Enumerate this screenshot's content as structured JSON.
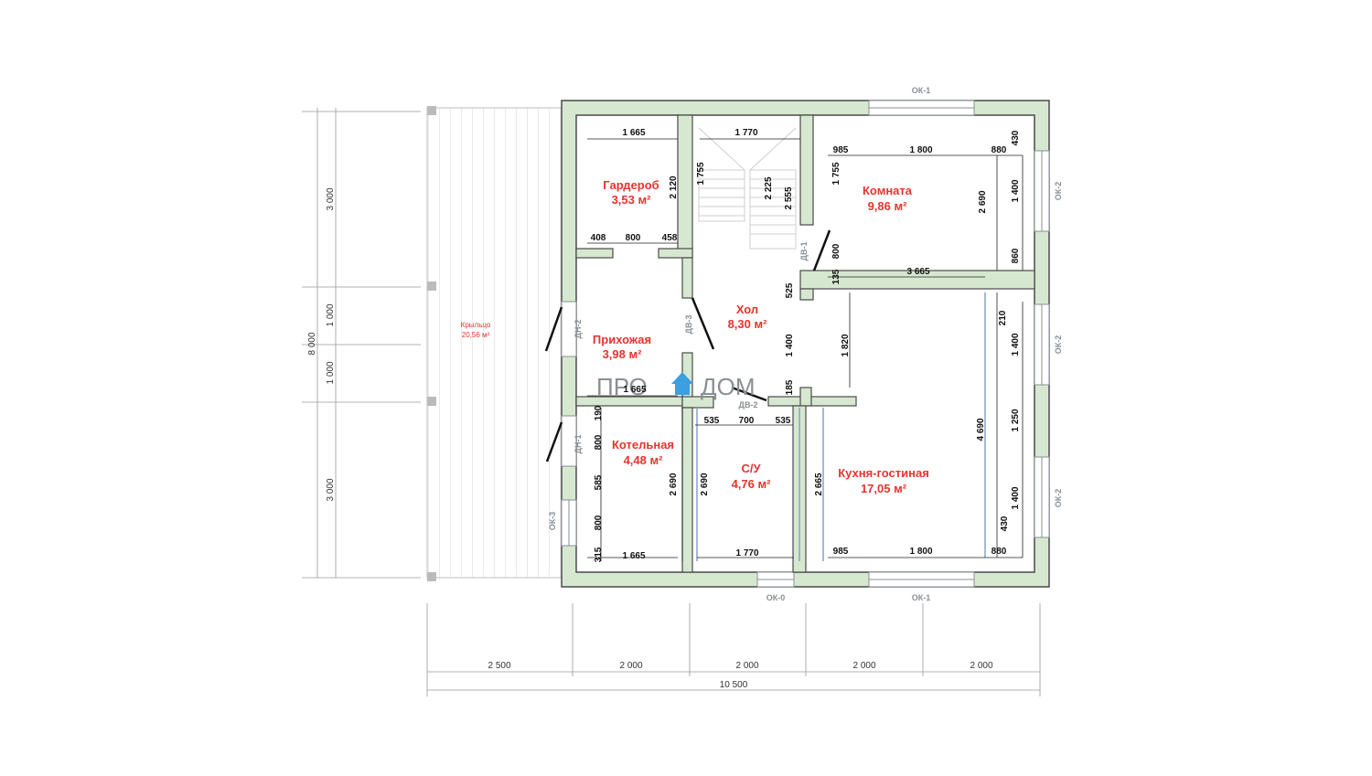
{
  "rooms": [
    {
      "name": "Гардероб",
      "area": "3,53 м²"
    },
    {
      "name": "Комната",
      "area": "9,86 м²"
    },
    {
      "name": "Хол",
      "area": "8,30 м²"
    },
    {
      "name": "Прихожая",
      "area": "3,98 м²"
    },
    {
      "name": "Котельная",
      "area": "4,48 м²"
    },
    {
      "name": "С/У",
      "area": "4,76 м²"
    },
    {
      "name": "Кухня-гостиная",
      "area": "17,05 м²"
    }
  ],
  "porch": {
    "name": "Крыльцо",
    "area": "20,56 м²"
  },
  "logo": {
    "left": "ПРО",
    "right": "ДОМ",
    "colors": {
      "text": "#8a8f94",
      "house": "#3b9fe0"
    }
  },
  "tags": {
    "ok1_top": "ОК-1",
    "ok1_bottom": "ОК-1",
    "ok0": "ОК-0",
    "ok2_a": "ОК-2",
    "ok2_b": "ОК-2",
    "ok2_c": "ОК-2",
    "ok3": "ОК-3",
    "dn2": "ДН-2",
    "dn1": "ДН-1",
    "dv3": "ДВ-3",
    "dv1": "ДВ-1",
    "dv2": "ДВ-2"
  },
  "inner_dims": {
    "d1665a": "1 665",
    "d1770a": "1 770",
    "d985a": "985",
    "d1800a": "1 800",
    "d880a": "880",
    "d430a": "430",
    "d2120": "2 120",
    "d1755a": "1 755",
    "d2225": "2 225",
    "d2555": "2 555",
    "d1755b": "1 755",
    "d2690a": "2 690",
    "d1400a": "1 400",
    "d408": "408",
    "d800a": "800",
    "d458": "458",
    "d800b": "800",
    "d860": "860",
    "d135": "135",
    "d3665": "3 665",
    "d525": "525",
    "d1400b": "1 400",
    "d1820": "1 820",
    "d210": "210",
    "d1400c": "1 400",
    "d1665b": "1 665",
    "d185": "185",
    "d190": "190",
    "d535a": "535",
    "d700": "700",
    "d535b": "535",
    "d800c": "800",
    "d4690": "4 690",
    "d1250": "1 250",
    "d585": "585",
    "d2690b": "2 690",
    "d2690c": "2 690",
    "d2665": "2 665",
    "d1400d": "1 400",
    "d800d": "800",
    "d430b": "430",
    "d315": "315",
    "d1665c": "1 665",
    "d1770b": "1 770",
    "d985b": "985",
    "d1800b": "1 800",
    "d880b": "880"
  },
  "outer_dims": {
    "left": [
      "3 000",
      "1 000",
      "1 000",
      "3 000"
    ],
    "left_total": "8 000",
    "bottom": [
      "2 500",
      "2 000",
      "2 000",
      "2 000",
      "2 000"
    ],
    "bottom_total": "10 500"
  },
  "colors": {
    "wall_fill": "#d7e8d0",
    "wall_line": "#4a4a4a",
    "text_red": "#e8332e"
  }
}
